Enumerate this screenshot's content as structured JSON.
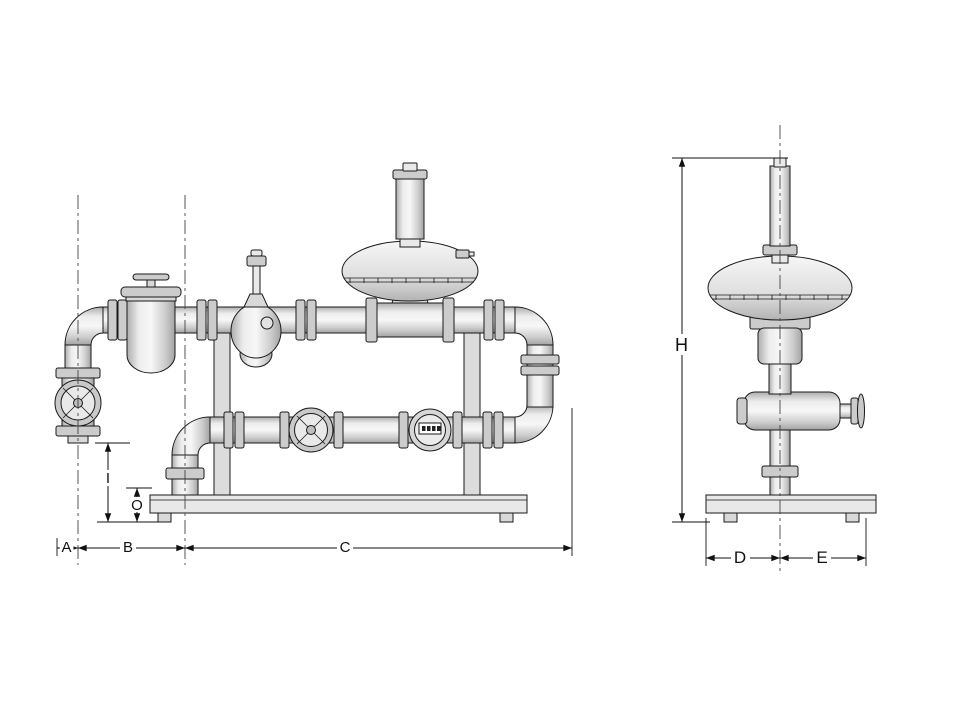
{
  "diagram": {
    "type": "technical-drawing",
    "views": {
      "front": {
        "dim_A": "A",
        "dim_B": "B",
        "dim_C": "C",
        "dim_I": "I",
        "dim_O": "O"
      },
      "side": {
        "dim_H": "H",
        "dim_D": "D",
        "dim_E": "E"
      }
    },
    "colors": {
      "line": "#1a1a1a",
      "metal_light": "#f6f6f6",
      "metal_mid": "#d8d8d8",
      "metal_dark": "#a8a8a8",
      "background": "#ffffff"
    }
  }
}
